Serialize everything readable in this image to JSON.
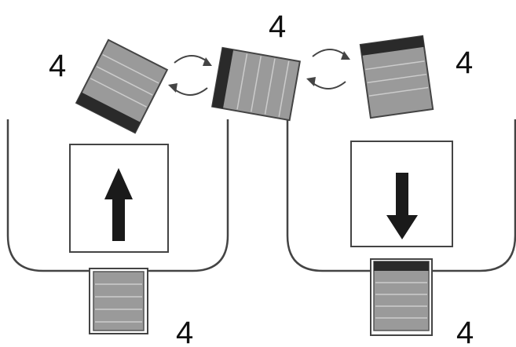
{
  "labels": {
    "top_left": "4",
    "top_center": "4",
    "top_right": "4",
    "bottom_left": "4",
    "bottom_right": "4"
  },
  "arrows": {
    "left_panel": "up",
    "right_panel": "down"
  },
  "colors": {
    "stroke": "#444444",
    "block_fill": "#9a9a9a",
    "block_dark_band": "#2a2a2a",
    "arrow_fill": "#1a1a1a",
    "panel_bg": "#ffffff"
  }
}
